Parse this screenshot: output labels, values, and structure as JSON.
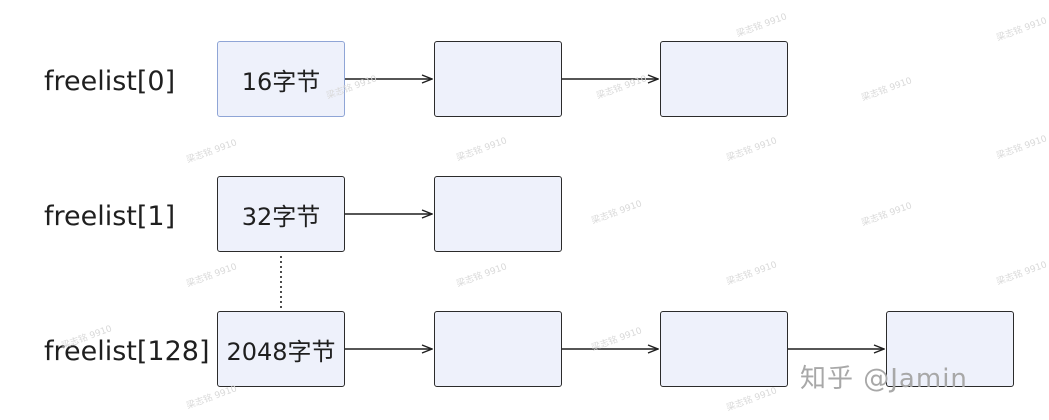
{
  "rows": [
    {
      "label": "freelist[0]",
      "first_block": "16字节",
      "extra_blocks": 2
    },
    {
      "label": "freelist[1]",
      "first_block": "32字节",
      "extra_blocks": 1
    },
    {
      "label": "freelist[128]",
      "first_block": "2048字节",
      "extra_blocks": 3
    }
  ],
  "watermark_text": "梁志铭 9910",
  "brand_text": "知乎 @Jamin",
  "colors": {
    "block_fill": "#eef1fb",
    "block_border": "#2b2b2b",
    "highlight_border": "#8fa5d6"
  }
}
